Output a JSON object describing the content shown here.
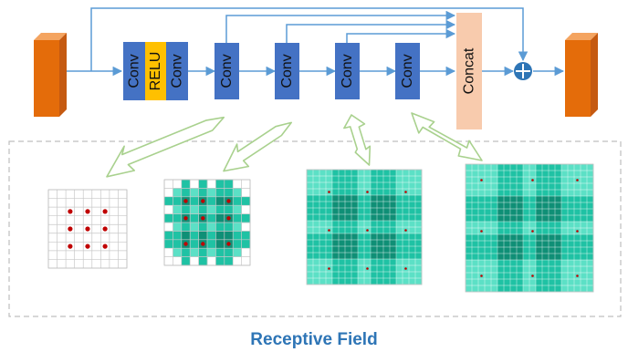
{
  "blocks": {
    "conv_a": "Conv",
    "relu": "RELU",
    "conv_b": "Conv",
    "conv_1": "Conv",
    "conv_2": "Conv",
    "conv_3": "Conv",
    "conv_4": "Conv",
    "concat": "Concat"
  },
  "caption": "Receptive Field",
  "colors": {
    "conv": "#4472C4",
    "relu": "#FFC000",
    "concat": "#F8CBAD",
    "feature_map": "#E46C0A",
    "arrow": "#5B9BD5",
    "double_arrow": "#A9D18E",
    "caption": "#2E75B6",
    "receptive_light": "#5CE0C6",
    "receptive_mid": "#1FC2A4",
    "receptive_dark": "#0F8F76",
    "dot": "#C00000"
  },
  "icons": {
    "input": "feature-map-input-icon",
    "output": "feature-map-output-icon",
    "sum": "element-wise-sum-icon"
  }
}
